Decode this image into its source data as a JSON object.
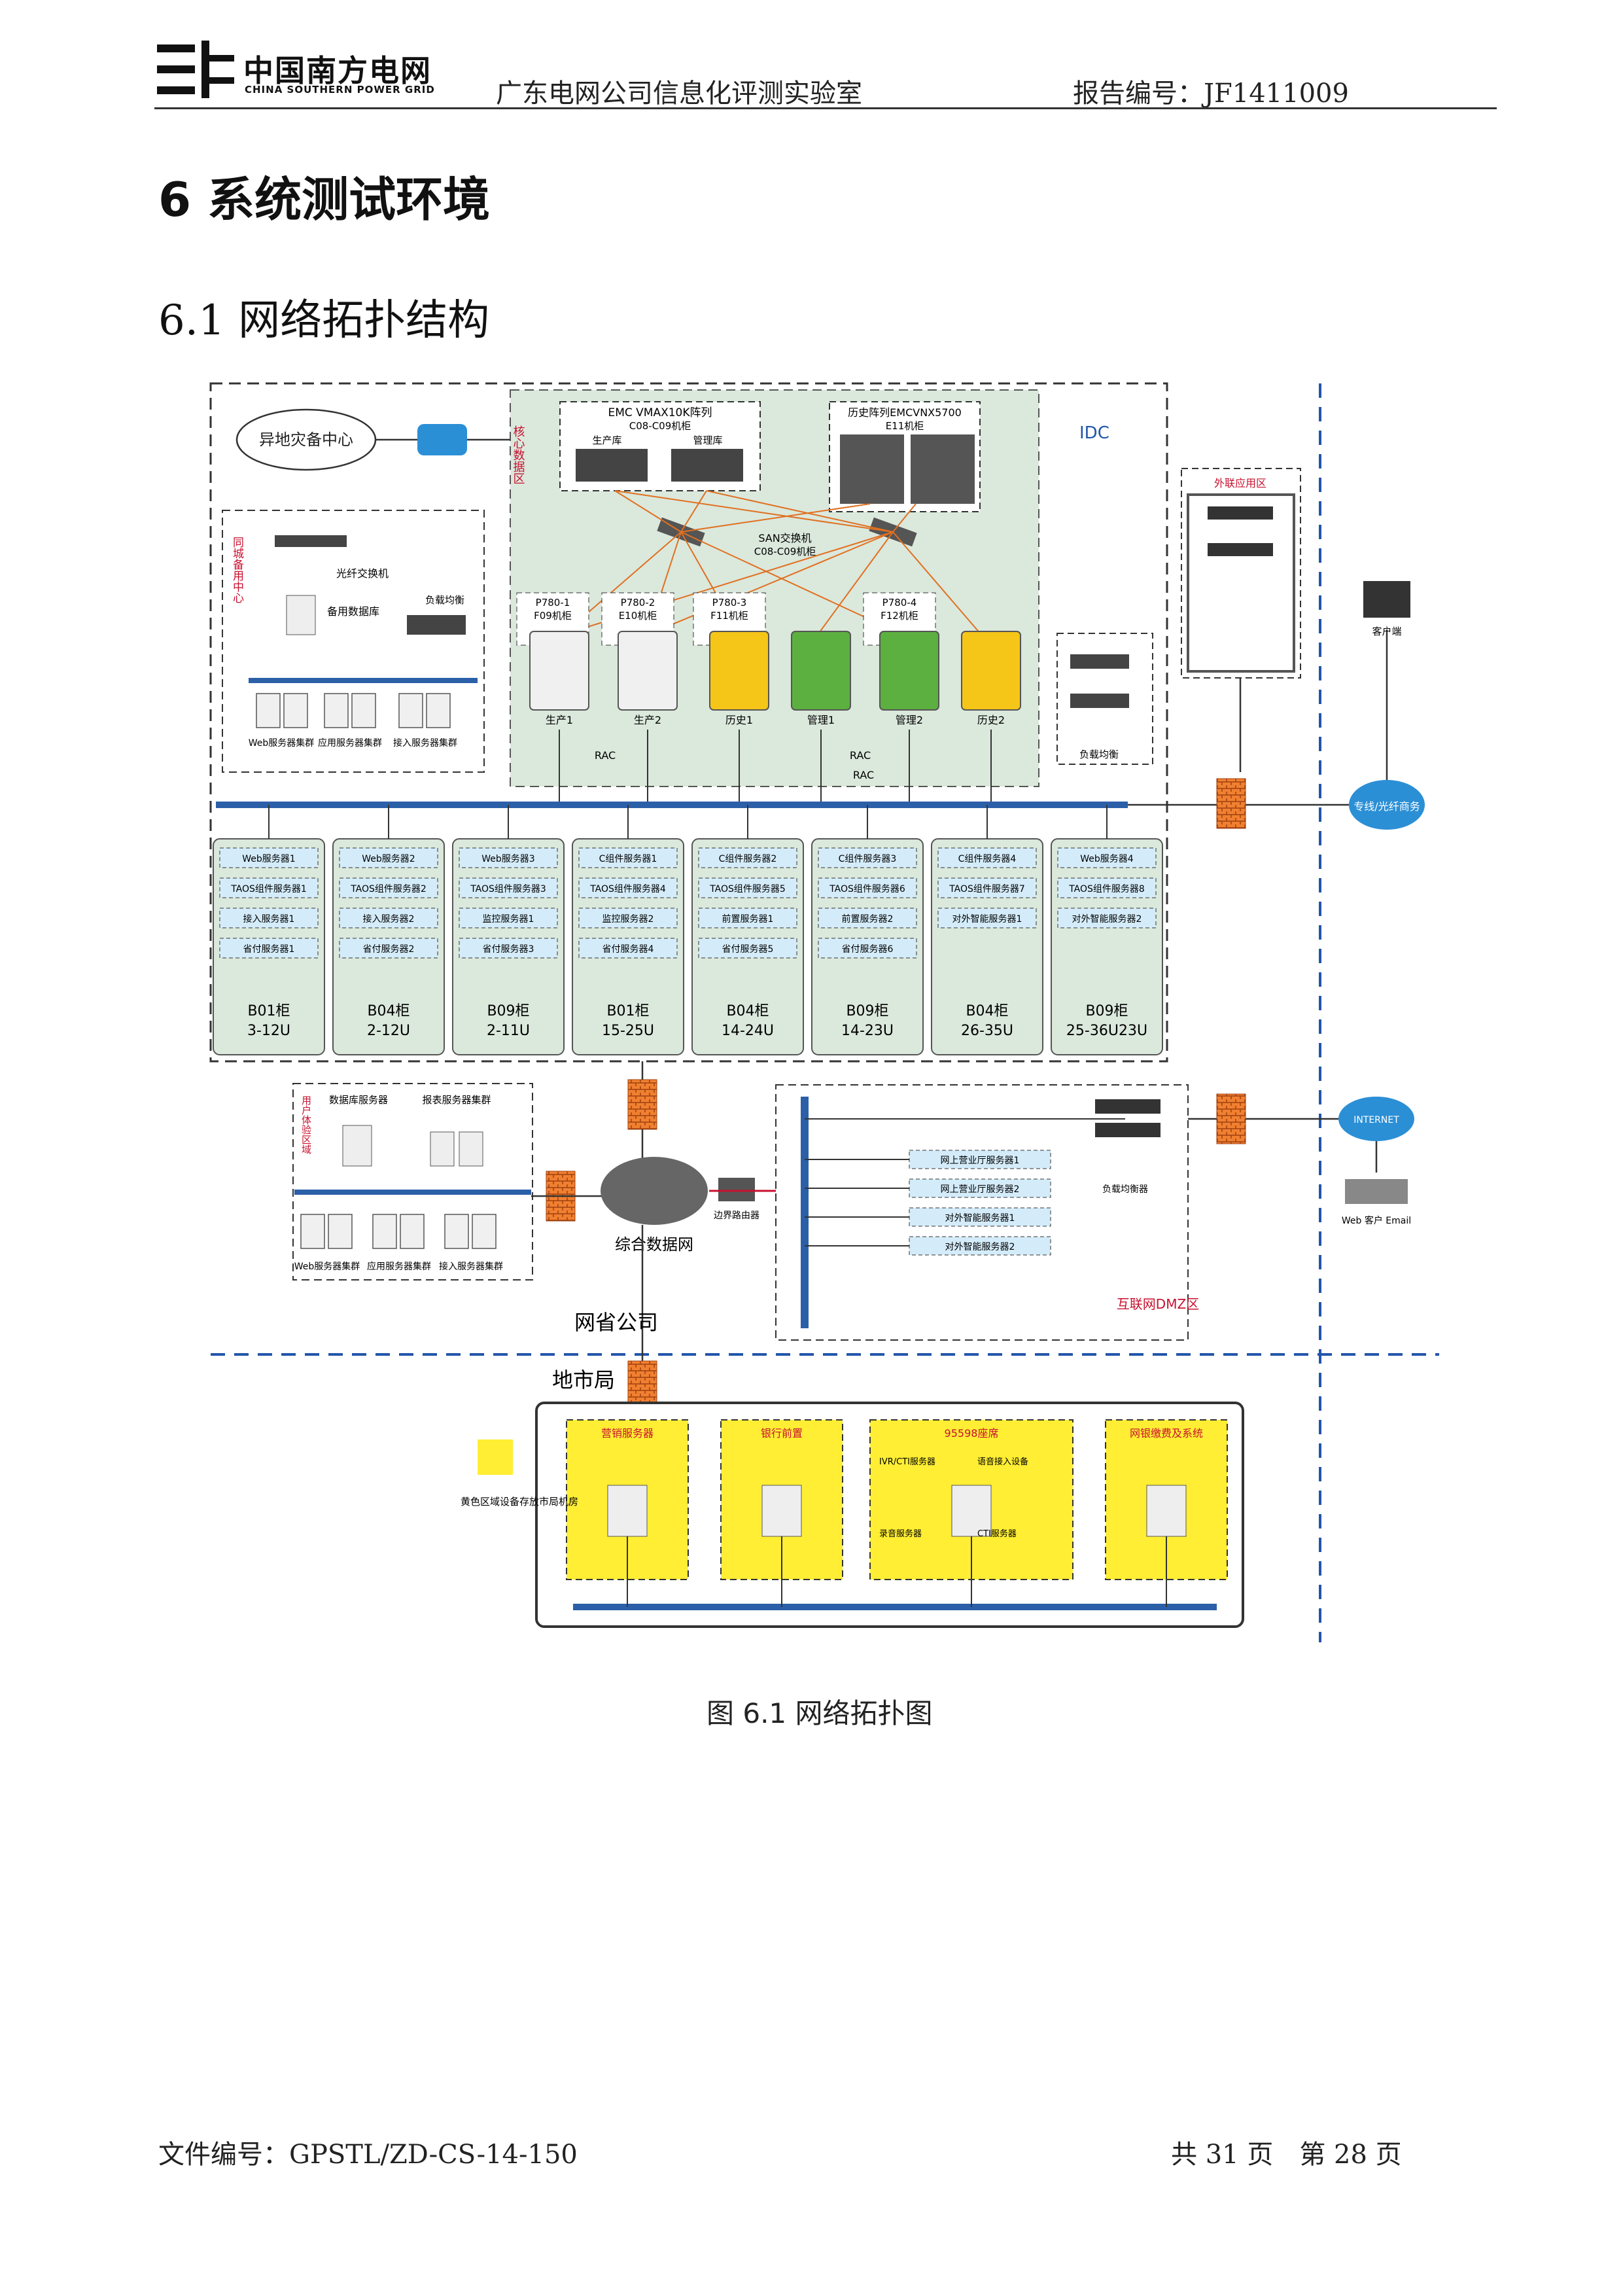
{
  "header": {
    "logo_cn": "中国南方电网",
    "logo_en": "CHINA SOUTHERN POWER GRID",
    "lab": "广东电网公司信息化评测实验室",
    "report_no": "报告编号：JF1411009"
  },
  "section": {
    "title": "6 系统测试环境",
    "subsection": "6.1 网络拓扑结构"
  },
  "diagram": {
    "caption": "图 6.1 网络拓扑图",
    "idc": "IDC",
    "disaster_center": "异地灾备中心",
    "core_room": "核心数据区",
    "storage_main": "EMC VMAX10K阵列",
    "storage_main_loc": "C08-C09机柜",
    "storage_prod": "生产库",
    "storage_mgmt": "管理库",
    "storage_hist": "历史阵列EMCVNX5700",
    "storage_hist_loc": "E11机柜",
    "san_switch": "SAN交换机",
    "san_switch_loc": "C08-C09机柜",
    "rac": "RAC",
    "left_zone": "同城备用中心",
    "fiber_switch": "光纤交换机",
    "backup_db": "备用数据库",
    "lb_left": "负载均衡",
    "web_cluster": "Web服务器集群",
    "app_cluster": "应用服务器集群",
    "access_cluster": "接入服务器集群",
    "ext_zone": "外联应用区",
    "lb_right": "负载均衡",
    "carrier": "专线/光纤商务",
    "client_pc": "客户端",
    "servers": [
      {
        "name": "P780-1",
        "loc": "F09机柜",
        "label": "生产1"
      },
      {
        "name": "P780-2",
        "loc": "E10机柜",
        "label": "生产2"
      },
      {
        "name": "P780-3",
        "loc": "F11机柜",
        "label": "历史1"
      },
      {
        "name": "",
        "loc": "",
        "label": "管理1"
      },
      {
        "name": "P780-4",
        "loc": "F12机柜",
        "label": "管理2"
      },
      {
        "name": "",
        "loc": "",
        "label": "历史2"
      }
    ],
    "racks": [
      {
        "items": [
          "Web服务器1",
          "TAOS组件服务器1",
          "接入服务器1",
          "省付服务器1"
        ],
        "cab": "B01柜",
        "u": "3-12U"
      },
      {
        "items": [
          "Web服务器2",
          "TAOS组件服务器2",
          "接入服务器2",
          "省付服务器2"
        ],
        "cab": "B04柜",
        "u": "2-12U"
      },
      {
        "items": [
          "Web服务器3",
          "TAOS组件服务器3",
          "监控服务器1",
          "省付服务器3"
        ],
        "cab": "B09柜",
        "u": "2-11U"
      },
      {
        "items": [
          "C组件服务器1",
          "TAOS组件服务器4",
          "监控服务器2",
          "省付服务器4"
        ],
        "cab": "B01柜",
        "u": "15-25U"
      },
      {
        "items": [
          "C组件服务器2",
          "TAOS组件服务器5",
          "前置服务器1",
          "省付服务器5"
        ],
        "cab": "B04柜",
        "u": "14-24U"
      },
      {
        "items": [
          "C组件服务器3",
          "TAOS组件服务器6",
          "前置服务器2",
          "省付服务器6"
        ],
        "cab": "B09柜",
        "u": "14-23U"
      },
      {
        "items": [
          "C组件服务器4",
          "TAOS组件服务器7",
          "对外智能服务器1"
        ],
        "cab": "B04柜",
        "u": "26-35U"
      },
      {
        "items": [
          "Web服务器4",
          "TAOS组件服务器8",
          "对外智能服务器2"
        ],
        "cab": "B09柜",
        "u": "25-36U23U"
      }
    ],
    "user_zone": "用户体验区域",
    "db_server": "数据库服务器",
    "report_server": "报表服务器集群",
    "integrated_net": "综合数据网",
    "router": "边界路由器",
    "province": "网省公司",
    "city": "地市局",
    "dmz": "互联网DMZ区",
    "dmz_lb": "负载均衡器",
    "internet": "INTERNET",
    "web_client": "Web 客户 Email",
    "dmz_servers": [
      "网上营业厅服务器1",
      "网上营业厅服务器2",
      "对外智能服务器1",
      "对外智能服务器2"
    ],
    "legend": "黄色区域设备存放市局机房",
    "city_zones": [
      {
        "title": "营销服务器"
      },
      {
        "title": "银行前置"
      },
      {
        "title": "95598座席",
        "items": [
          "IVR/CTI服务器",
          "语音接入设备",
          "录音服务器",
          "CTI服务器"
        ]
      },
      {
        "title": "网银缴费及系统"
      }
    ],
    "colors": {
      "accent": "#c8102e",
      "dash": "#2255aa",
      "zone_green": "#dbe8dc",
      "zone_yellow": "#ffee33"
    }
  },
  "footer": {
    "doc_no": "文件编号：GPSTL/ZD-CS-14-150",
    "page": "共 31 页　第 28 页"
  }
}
